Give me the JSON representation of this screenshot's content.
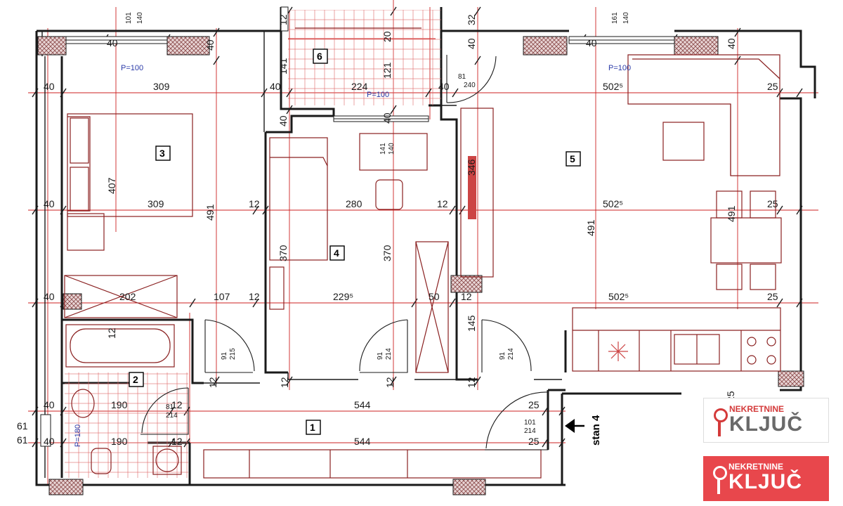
{
  "rooms": [
    {
      "number": "1"
    },
    {
      "number": "2"
    },
    {
      "number": "3"
    },
    {
      "number": "4"
    },
    {
      "number": "5"
    },
    {
      "number": "6"
    }
  ],
  "dimensions": {
    "r3_width_top": "309",
    "r3_width_mid": "309",
    "r3_height": "407",
    "r3_total_height": "491",
    "r3_bath_width": "202",
    "r3_107": "107",
    "r6_width": "224",
    "r6_141": "141",
    "r6_121": "121",
    "r6_20": "20",
    "r4_width": "280",
    "r4_370a": "370",
    "r4_370b": "370",
    "r4_2295": "229⁵",
    "r4_50": "50",
    "r5_w1": "502⁵",
    "r5_w2": "502⁵",
    "r5_w3": "502⁵",
    "r5_346": "346",
    "r5_491a": "491",
    "r5_491b": "491",
    "r5_145": "145",
    "hall_544a": "544",
    "hall_544b": "544",
    "bath_190a": "190",
    "bath_190b": "190",
    "w40": "40",
    "w12": "12",
    "w25": "25",
    "w32": "32",
    "w61": "61"
  },
  "windows": {
    "w1_top": "101",
    "w1_bot": "140",
    "w2_top": "161",
    "w2_bot": "140",
    "w3_top": "141",
    "w3_bot": "140",
    "p100": "P=100",
    "p180": "P=180"
  },
  "doors": [
    {
      "top": "81",
      "bot": "240"
    },
    {
      "top": "91",
      "bot": "215"
    },
    {
      "top": "91",
      "bot": "214"
    },
    {
      "top": "91",
      "bot": "214"
    },
    {
      "top": "81",
      "bot": "214"
    },
    {
      "top": "101",
      "bot": "214"
    }
  ],
  "entrance": {
    "label": "stan 4"
  },
  "logos": [
    {
      "small": "NEKRETNINE",
      "big": "KLJUČ",
      "bg": "#ffffff",
      "fg": "#d43a3a"
    },
    {
      "small": "NEKRETNINE",
      "big": "KLJUČ",
      "bg": "#e8474c",
      "fg": "#ffffff"
    }
  ],
  "colors": {
    "wall": "#1a1a1a",
    "grid": "#cc2222",
    "blue": "#2a3aa8",
    "hatch": "#b87878"
  }
}
